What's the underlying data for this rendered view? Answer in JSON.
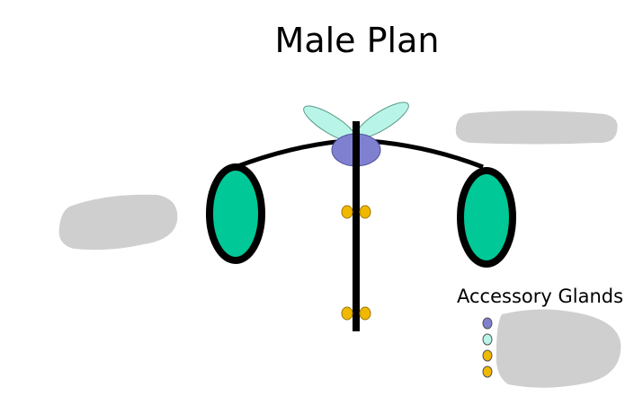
{
  "title": "Male Plan",
  "legend": {
    "heading": "Accessory Glands",
    "items": [
      {
        "name": "purple-gland-swatch",
        "color": "#8080d0"
      },
      {
        "name": "cyan-gland-swatch",
        "color": "#b8f5e8"
      },
      {
        "name": "orange-gland-swatch-1",
        "color": "#f0b800"
      },
      {
        "name": "orange-gland-swatch-2",
        "color": "#f0b800"
      }
    ]
  },
  "colors": {
    "testis": "#00c896",
    "outline": "#000000",
    "seminal_vesicle": "#b8f5e8",
    "prostate": "#8080d0",
    "small_gland": "#f0b800",
    "redaction": "#cfcfcf"
  },
  "redactions": [
    {
      "name": "redacted-label-top-right"
    },
    {
      "name": "redacted-label-left"
    },
    {
      "name": "redacted-label-bottom-right"
    }
  ]
}
